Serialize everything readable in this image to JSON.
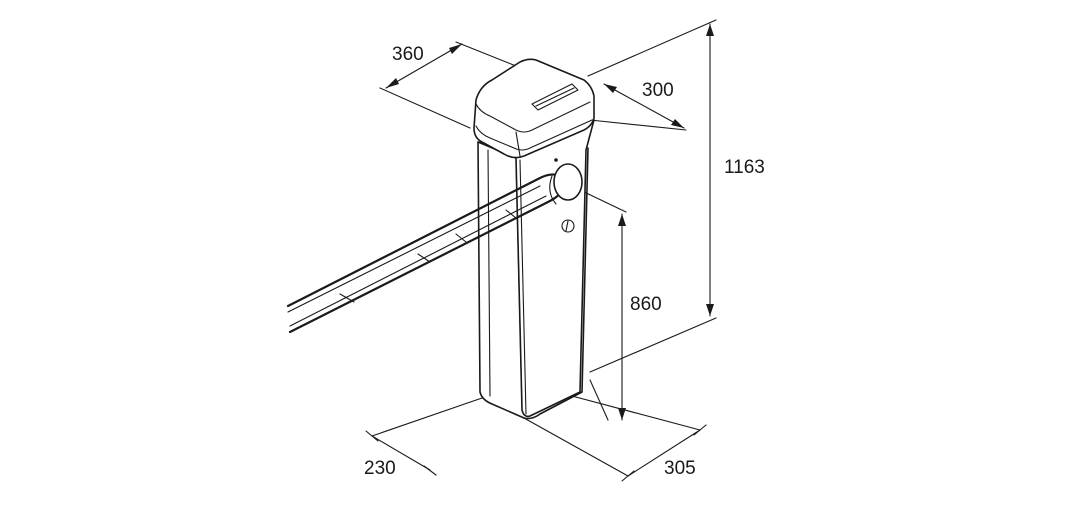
{
  "dimensions": {
    "top_width": "360",
    "top_depth": "300",
    "total_height": "1163",
    "arm_height": "860",
    "base_width": "230",
    "base_depth": "305"
  },
  "colors": {
    "ink": "#1a1a1a",
    "background": "#ffffff"
  }
}
